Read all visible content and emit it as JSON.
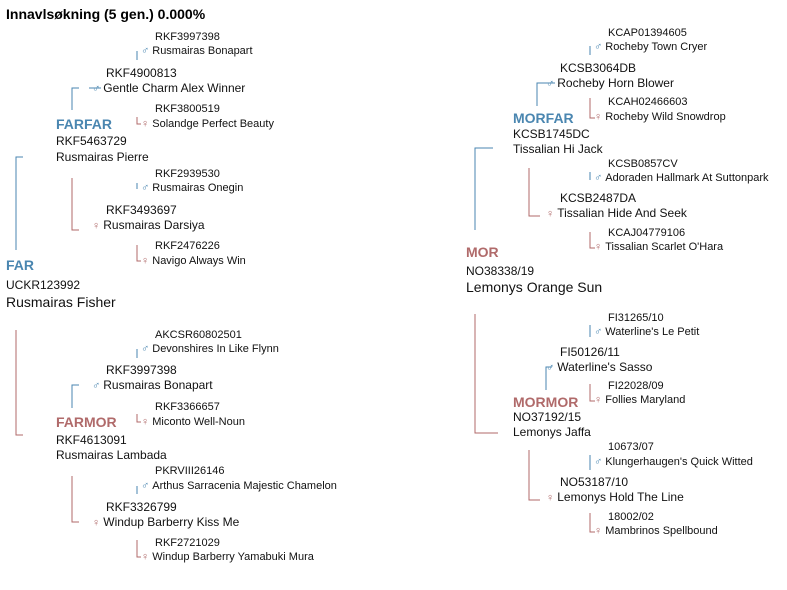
{
  "title": "Innavlsøkning (5 gen.) 0.000%",
  "colors": {
    "male": "#4a86b0",
    "female": "#b06a6a"
  },
  "symbols": {
    "male": "♂",
    "female": "♀"
  },
  "left": {
    "far": {
      "role": "FAR",
      "reg": "UCKR123992",
      "name": "Rusmairas Fisher"
    },
    "farfar": {
      "role": "FARFAR",
      "reg": "RKF5463729",
      "name": "Rusmairas Pierre",
      "sire": {
        "reg": "RKF4900813",
        "name": "Gentle Charm Alex Winner",
        "sire": {
          "reg": "RKF3997398",
          "name": "Rusmairas Bonapart"
        },
        "dam": {
          "reg": "RKF3800519",
          "name": "Solandge Perfect Beauty"
        }
      },
      "dam": {
        "reg": "RKF3493697",
        "name": "Rusmairas Darsiya",
        "sire": {
          "reg": "RKF2939530",
          "name": "Rusmairas Onegin"
        },
        "dam": {
          "reg": "RKF2476226",
          "name": "Navigo Always Win"
        }
      }
    },
    "farmor": {
      "role": "FARMOR",
      "reg": "RKF4613091",
      "name": "Rusmairas Lambada",
      "sire": {
        "reg": "RKF3997398",
        "name": "Rusmairas Bonapart",
        "sire": {
          "reg": "AKCSR60802501",
          "name": "Devonshires In Like Flynn"
        },
        "dam": {
          "reg": "RKF3366657",
          "name": "Miconto Well-Noun"
        }
      },
      "dam": {
        "reg": "RKF3326799",
        "name": "Windup Barberry Kiss Me",
        "sire": {
          "reg": "PKRVIII26146",
          "name": "Arthus Sarracenia Majestic Chamelon"
        },
        "dam": {
          "reg": "RKF2721029",
          "name": "Windup Barberry Yamabuki Mura"
        }
      }
    }
  },
  "right": {
    "mor": {
      "role": "MOR",
      "reg": "NO38338/19",
      "name": "Lemonys Orange Sun"
    },
    "morfar": {
      "role": "MORFAR",
      "reg": "KCSB1745DC",
      "name": "Tissalian Hi Jack",
      "sire": {
        "reg": "KCSB3064DB",
        "name": "Rocheby Horn Blower",
        "sire": {
          "reg": "KCAP01394605",
          "name": "Rocheby Town Cryer"
        },
        "dam": {
          "reg": "KCAH02466603",
          "name": "Rocheby Wild Snowdrop"
        }
      },
      "dam": {
        "reg": "KCSB2487DA",
        "name": "Tissalian Hide And Seek",
        "sire": {
          "reg": "KCSB0857CV",
          "name": "Adoraden Hallmark At Suttonpark"
        },
        "dam": {
          "reg": "KCAJ04779106",
          "name": "Tissalian Scarlet O'Hara"
        }
      }
    },
    "mormor": {
      "role": "MORMOR",
      "reg": "NO37192/15",
      "name": "Lemonys Jaffa",
      "sire": {
        "reg": "FI50126/11",
        "name": "Waterline's Sasso",
        "sire": {
          "reg": "FI31265/10",
          "name": "Waterline's Le Petit"
        },
        "dam": {
          "reg": "FI22028/09",
          "name": "Follies Maryland"
        }
      },
      "dam": {
        "reg": "NO53187/10",
        "name": "Lemonys Hold The Line",
        "sire": {
          "reg": "10673/07",
          "name": "Klungerhaugen's Quick Witted"
        },
        "dam": {
          "reg": "18002/02",
          "name": "Mambrinos Spellbound"
        }
      }
    }
  }
}
